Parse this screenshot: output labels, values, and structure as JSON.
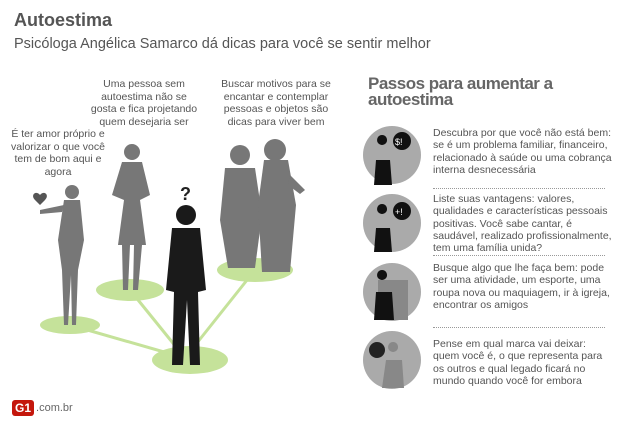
{
  "header": {
    "title": "Autoestima",
    "subtitle": "Psicóloga Angélica Samarco dá dicas para você se sentir melhor"
  },
  "tips": [
    {
      "text": "É ter amor próprio e valorizar o que você tem de bom aqui e agora"
    },
    {
      "text": "Uma pessoa sem autoestima não se gosta e fica projetando quem desejaria ser"
    },
    {
      "text": "Buscar motivos para se encantar e contemplar pessoas e objetos são dicas para viver bem"
    }
  ],
  "question_mark": "?",
  "steps": {
    "title": "Passos para aumentar a autoestima",
    "items": [
      {
        "text": "Descubra por que você não está bem: se é um problema familiar, financeiro, relacionado à saúde ou uma cobrança interna desnecessária",
        "bubble": "$!"
      },
      {
        "text": "Liste suas vantagens: valores, qualidades e características pessoais positivas. Você sabe cantar, é saudável, realizado profissionalmente, tem uma família unida?",
        "bubble": "+!"
      },
      {
        "text": "Busque algo que lhe faça bem: pode ser uma atividade, um esporte, uma roupa nova ou maquiagem, ir à igreja, encontrar os amigos"
      },
      {
        "text": "Pense em qual marca vai deixar: quem você é, o que representa para os outros e qual legado ficará no mundo quando você for embora"
      }
    ]
  },
  "footer": {
    "logo": "G1",
    "domain": ".com.br"
  },
  "colors": {
    "green": "#c5e29a",
    "silhouette": "#777777",
    "dark": "#1a1a1a",
    "circle": "#aaaaaa"
  }
}
